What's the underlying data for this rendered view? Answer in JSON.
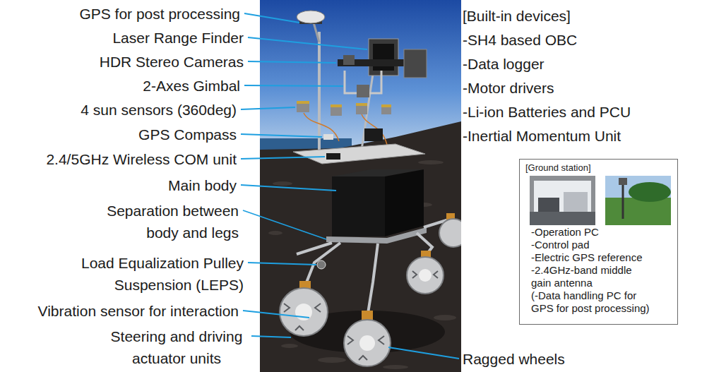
{
  "diagram": {
    "nodes": [
      {
        "text": [
          "[Ground station]",
          "-Operation PC",
          "-Control pad",
          "-Electric GPS reference",
          "-2.4GHz-band middle gain antenna",
          "(-Data handling PC for GPS for post processing)"
        ]
      }
    ],
    "labels": [
      "GPS for post processing",
      "Laser Range Finder",
      "HDR Stereo Cameras",
      "2-Axes Gimbal",
      "4 sun sensors (360deg)",
      "GPS Compass",
      "2.4/5GHz Wireless COM unit",
      "Main body",
      "Separation between body and legs",
      "Load Equalization Pulley Suspension (LEPS)",
      "Vibration sensor for interaction",
      "Steering and driving actuator units",
      "Ragged wheels",
      "[Built-in devices]",
      "-SH4 based OBC",
      "-Data logger",
      "-Motor drivers",
      "-Li-ion Batteries and PCU",
      "-Inertial Momentum Unit"
    ]
  }
}
